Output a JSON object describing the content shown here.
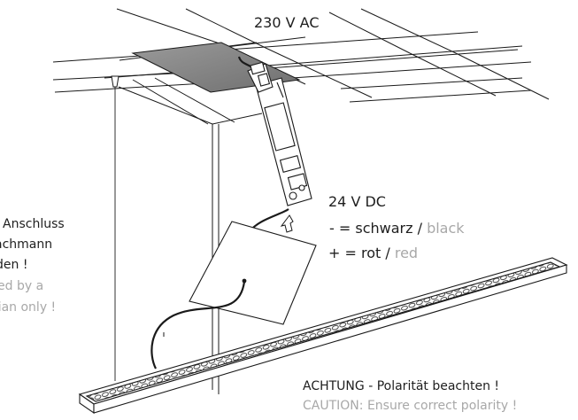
{
  "labels": {
    "mains_voltage": "230 V AC",
    "output_voltage": "24 V DC",
    "polarity_minus": "- = schwarz / ",
    "polarity_minus_en": "black",
    "polarity_plus": "+ = rot / ",
    "polarity_plus_en": "red"
  },
  "side_warning": {
    "de_line1": "Anschluss",
    "de_line2": "achmann",
    "de_line3": "den !",
    "en_line1": "ed by a",
    "en_line2": "cian only !"
  },
  "caution": {
    "de": "ACHTUNG - Polarität beachten !",
    "en": "CAUTION: Ensure correct polarity !"
  },
  "colors": {
    "line": "#1a1a1a",
    "ceiling_panel": "#8a8a8a",
    "secondary_text": "#a8a8a8"
  }
}
